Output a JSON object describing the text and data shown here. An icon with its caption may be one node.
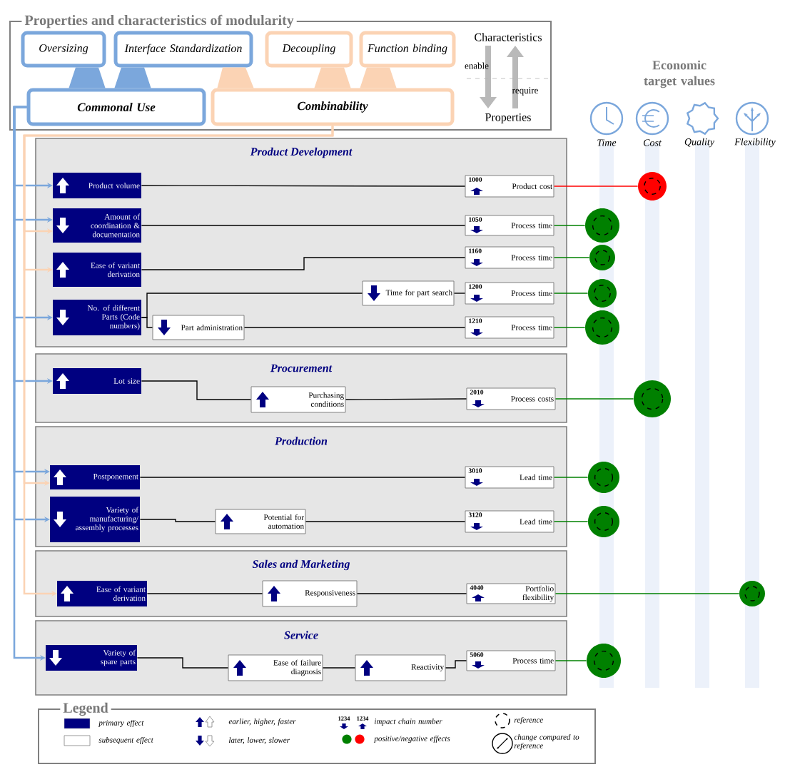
{
  "diagram": {
    "nodes": [
      {
        "text": [
          "Properties and characteristics of modularity"
        ]
      },
      {
        "text": [
          "Oversizing"
        ],
        "in": 0
      },
      {
        "text": [
          "Interface Standardization"
        ],
        "in": 0
      },
      {
        "text": [
          "Decoupling"
        ],
        "in": 0
      },
      {
        "text": [
          "Function binding"
        ],
        "in": 0
      },
      {
        "text": [
          "Commonal Use"
        ],
        "in": 0
      },
      {
        "text": [
          "Combinability"
        ],
        "in": 0
      },
      {
        "text": [
          "Product Development"
        ]
      },
      {
        "text": [
          "Product volume"
        ],
        "in": 7
      },
      {
        "text": [
          "1000",
          "Product cost"
        ],
        "in": 7
      },
      {
        "text": [
          "Amount of coordination & documentation"
        ],
        "in": 7
      },
      {
        "text": [
          "1050",
          "Process time"
        ],
        "in": 7
      },
      {
        "text": [
          "Ease of variant derivation"
        ],
        "in": 7
      },
      {
        "text": [
          "1160",
          "Process time"
        ],
        "in": 7
      },
      {
        "text": [
          "No. of different Parts (Code numbers)"
        ],
        "in": 7
      },
      {
        "text": [
          "Time for part search"
        ],
        "in": 7
      },
      {
        "text": [
          "1200",
          "Process time"
        ],
        "in": 7
      },
      {
        "text": [
          "Part administration"
        ],
        "in": 7
      },
      {
        "text": [
          "1210",
          "Process time"
        ],
        "in": 7
      },
      {
        "text": [
          "Procurement"
        ]
      },
      {
        "text": [
          "Lot size"
        ],
        "in": 19
      },
      {
        "text": [
          "Purchasing conditions"
        ],
        "in": 19
      },
      {
        "text": [
          "2010",
          "Process costs"
        ],
        "in": 19
      },
      {
        "text": [
          "Production"
        ]
      },
      {
        "text": [
          "Postponement"
        ],
        "in": 23
      },
      {
        "text": [
          "3010",
          "Lead time"
        ],
        "in": 23
      },
      {
        "text": [
          "Variety of manufacturing/ assembly processes"
        ],
        "in": 23
      },
      {
        "text": [
          "Potential for automation"
        ],
        "in": 23
      },
      {
        "text": [
          "3120",
          "Lead time"
        ],
        "in": 23
      },
      {
        "text": [
          "Sales and Marketing"
        ]
      },
      {
        "text": [
          "Ease of variant derivation"
        ],
        "in": 29
      },
      {
        "text": [
          "Responsiveness"
        ],
        "in": 29
      },
      {
        "text": [
          "4040",
          "Portfolio flexibility"
        ],
        "in": 29
      },
      {
        "text": [
          "Service"
        ]
      },
      {
        "text": [
          "Variety of spare parts"
        ],
        "in": 33
      },
      {
        "text": [
          "Ease of failure diagnosis"
        ],
        "in": 33
      },
      {
        "text": [
          "Reactivity"
        ],
        "in": 33
      },
      {
        "text": [
          "5060",
          "Process time"
        ],
        "in": 33
      },
      {
        "text": [],
        "shape": "circle"
      },
      {
        "text": [],
        "shape": "circle"
      },
      {
        "text": [],
        "shape": "circle"
      },
      {
        "text": [],
        "shape": "circle"
      },
      {
        "text": [],
        "shape": "circle"
      },
      {
        "text": [],
        "shape": "circle"
      },
      {
        "text": [],
        "shape": "circle"
      },
      {
        "text": [],
        "shape": "circle"
      },
      {
        "text": [],
        "shape": "circle"
      },
      {
        "text": [],
        "shape": "circle"
      }
    ],
    "edges": [
      {
        "from": 1,
        "to": 5,
        "arrow": "none",
        "style": "thick",
        "color": "#7ba7dc"
      },
      {
        "from": 2,
        "to": 5,
        "arrow": "none",
        "style": "thick",
        "color": "#7ba7dc"
      },
      {
        "from": 2,
        "to": 6,
        "arrow": "none",
        "style": "thick",
        "color": "#fbd3b4"
      },
      {
        "from": 3,
        "to": 6,
        "arrow": "none",
        "style": "thick",
        "color": "#fbd3b4"
      },
      {
        "from": 4,
        "to": 6,
        "arrow": "none",
        "style": "thick",
        "color": "#fbd3b4"
      },
      {
        "from": 5,
        "to": 8,
        "arrow": "to",
        "color": "#7ba7dc"
      },
      {
        "from": 5,
        "to": 10,
        "arrow": "to",
        "color": "#7ba7dc"
      },
      {
        "from": 6,
        "to": 10,
        "arrow": "to",
        "color": "#fbd3b4"
      },
      {
        "from": 6,
        "to": 12,
        "arrow": "to",
        "color": "#fbd3b4"
      },
      {
        "from": 5,
        "to": 14,
        "arrow": "to",
        "color": "#7ba7dc"
      },
      {
        "from": 5,
        "to": 20,
        "arrow": "to",
        "color": "#7ba7dc"
      },
      {
        "from": 5,
        "to": 24,
        "arrow": "to",
        "color": "#7ba7dc"
      },
      {
        "from": 6,
        "to": 24,
        "arrow": "to",
        "color": "#fbd3b4"
      },
      {
        "from": 5,
        "to": 26,
        "arrow": "to",
        "color": "#7ba7dc"
      },
      {
        "from": 6,
        "to": 30,
        "arrow": "to",
        "color": "#fbd3b4"
      },
      {
        "from": 5,
        "to": 34,
        "arrow": "to",
        "color": "#7ba7dc"
      },
      {
        "from": 8,
        "to": 9,
        "arrow": "none"
      },
      {
        "from": 10,
        "to": 11,
        "arrow": "none"
      },
      {
        "from": 12,
        "to": 13,
        "arrow": "none"
      },
      {
        "from": 14,
        "to": 15,
        "arrow": "none"
      },
      {
        "from": 15,
        "to": 16,
        "arrow": "none"
      },
      {
        "from": 14,
        "to": 17,
        "arrow": "none"
      },
      {
        "from": 17,
        "to": 18,
        "arrow": "none"
      },
      {
        "from": 20,
        "to": 21,
        "arrow": "none"
      },
      {
        "from": 21,
        "to": 22,
        "arrow": "none"
      },
      {
        "from": 24,
        "to": 25,
        "arrow": "none"
      },
      {
        "from": 26,
        "to": 27,
        "arrow": "none"
      },
      {
        "from": 27,
        "to": 28,
        "arrow": "none"
      },
      {
        "from": 30,
        "to": 31,
        "arrow": "none"
      },
      {
        "from": 31,
        "to": 32,
        "arrow": "none"
      },
      {
        "from": 34,
        "to": 35,
        "arrow": "none"
      },
      {
        "from": 35,
        "to": 36,
        "arrow": "none"
      },
      {
        "from": 36,
        "to": 37,
        "arrow": "none"
      },
      {
        "from": 9,
        "to": 38,
        "arrow": "none",
        "color": "#ff0000"
      },
      {
        "from": 11,
        "to": 39,
        "arrow": "none",
        "color": "#008000"
      },
      {
        "from": 13,
        "to": 40,
        "arrow": "none",
        "color": "#008000"
      },
      {
        "from": 16,
        "to": 41,
        "arrow": "none",
        "color": "#008000"
      },
      {
        "from": 18,
        "to": 42,
        "arrow": "none",
        "color": "#008000"
      },
      {
        "from": 22,
        "to": 43,
        "arrow": "none",
        "color": "#008000"
      },
      {
        "from": 25,
        "to": 44,
        "arrow": "none",
        "color": "#008000"
      },
      {
        "from": 28,
        "to": 45,
        "arrow": "none",
        "color": "#008000"
      },
      {
        "from": 32,
        "to": 46,
        "arrow": "none",
        "color": "#008000"
      },
      {
        "from": 37,
        "to": 47,
        "arrow": "none",
        "color": "#008000"
      }
    ],
    "labels": [
      "Characteristics",
      "enable",
      "require",
      "Properties",
      "Economic target values",
      "Time",
      "Cost",
      "Quality",
      "Flexibility",
      "Legend",
      "1234",
      "1234"
    ],
    "legend": [
      {
        "text": "primary effect",
        "color": "#000080"
      },
      {
        "text": "subsequent effect"
      },
      {
        "text": "earlier, higher, faster"
      },
      {
        "text": "later, lower, slower"
      },
      {
        "text": "impact chain number"
      },
      {
        "text": "positive/negative effects"
      },
      {
        "text": "reference"
      },
      {
        "text": "change compared to reference"
      }
    ]
  }
}
